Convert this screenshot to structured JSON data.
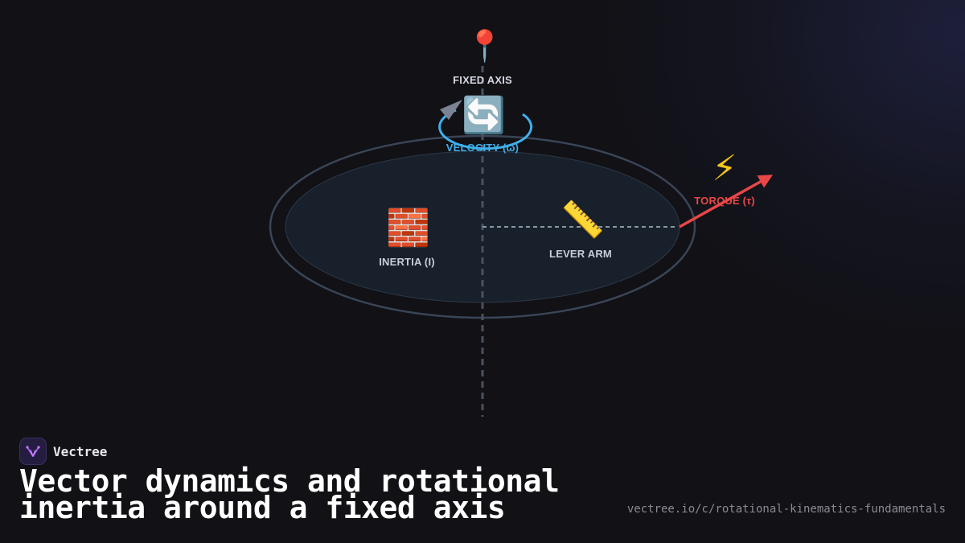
{
  "brand": {
    "name": "Vectree"
  },
  "headline": {
    "line1": "Vector dynamics and rotational",
    "line2": "inertia around a fixed axis"
  },
  "url": "vectree.io/c/rotational-kinematics-fundamentals",
  "diagram": {
    "fixed_axis": {
      "label": "FIXED AXIS",
      "icon": "📍",
      "icon_name": "pin-icon"
    },
    "velocity": {
      "label": "VELOCITY (ω)",
      "icon": "🔄",
      "icon_name": "rotation-arrows-icon",
      "color": "#3fb0ea"
    },
    "inertia": {
      "label": "INERTIA (I)",
      "icon": "🧱",
      "icon_name": "brick-icon"
    },
    "lever_arm": {
      "label": "LEVER ARM",
      "icon": "📏",
      "icon_name": "ruler-icon"
    },
    "torque": {
      "label": "TORQUE (τ)",
      "icon": "⚡",
      "icon_name": "lightning-icon",
      "color": "#e84747"
    }
  },
  "colors": {
    "background": "#111116",
    "disk_stroke": "#3a4556",
    "axis_line": "#4a5160",
    "label_text": "#c9ced8",
    "velocity": "#3fb0ea",
    "torque": "#e84747",
    "brand_accent": "#9b5de5"
  }
}
